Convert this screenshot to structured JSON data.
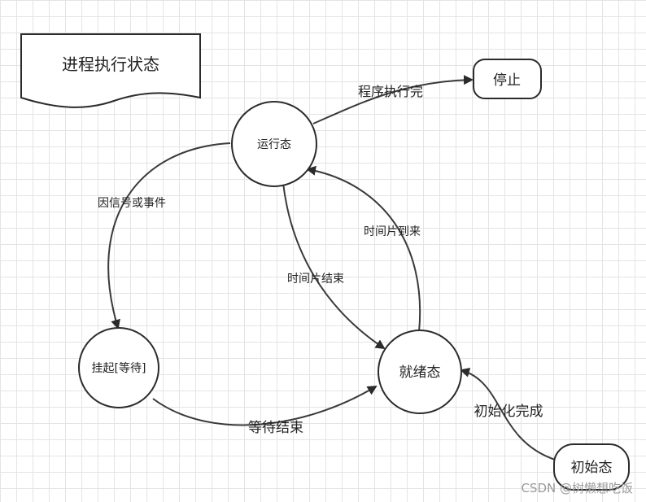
{
  "title": "进程执行状态",
  "nodes": {
    "running": "运行态",
    "stopped": "停止",
    "suspended": "挂起[等待]",
    "ready": "就绪态",
    "initial": "初始态"
  },
  "edges": {
    "program_done": "程序执行完",
    "signal_event": "因信号或事件",
    "slice_arrives": "时间片到来",
    "slice_ends": "时间片结束",
    "wait_ends": "等待结束",
    "init_done": "初始化完成"
  },
  "watermark": "CSDN @树懒想吃饭"
}
